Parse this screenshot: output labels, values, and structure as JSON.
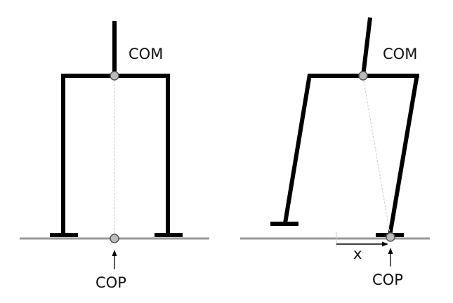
{
  "left_figure": {
    "com_label": "COM",
    "cop_label": "COP"
  },
  "right_figure": {
    "com_label": "COM",
    "cop_label": "COP",
    "offset_label": "x"
  },
  "colors": {
    "structure": "#000000",
    "ground": "#999999",
    "point_fill": "#bbbbbb",
    "point_stroke": "#555555",
    "plumb_line": "#cccccc",
    "text": "#111111"
  }
}
